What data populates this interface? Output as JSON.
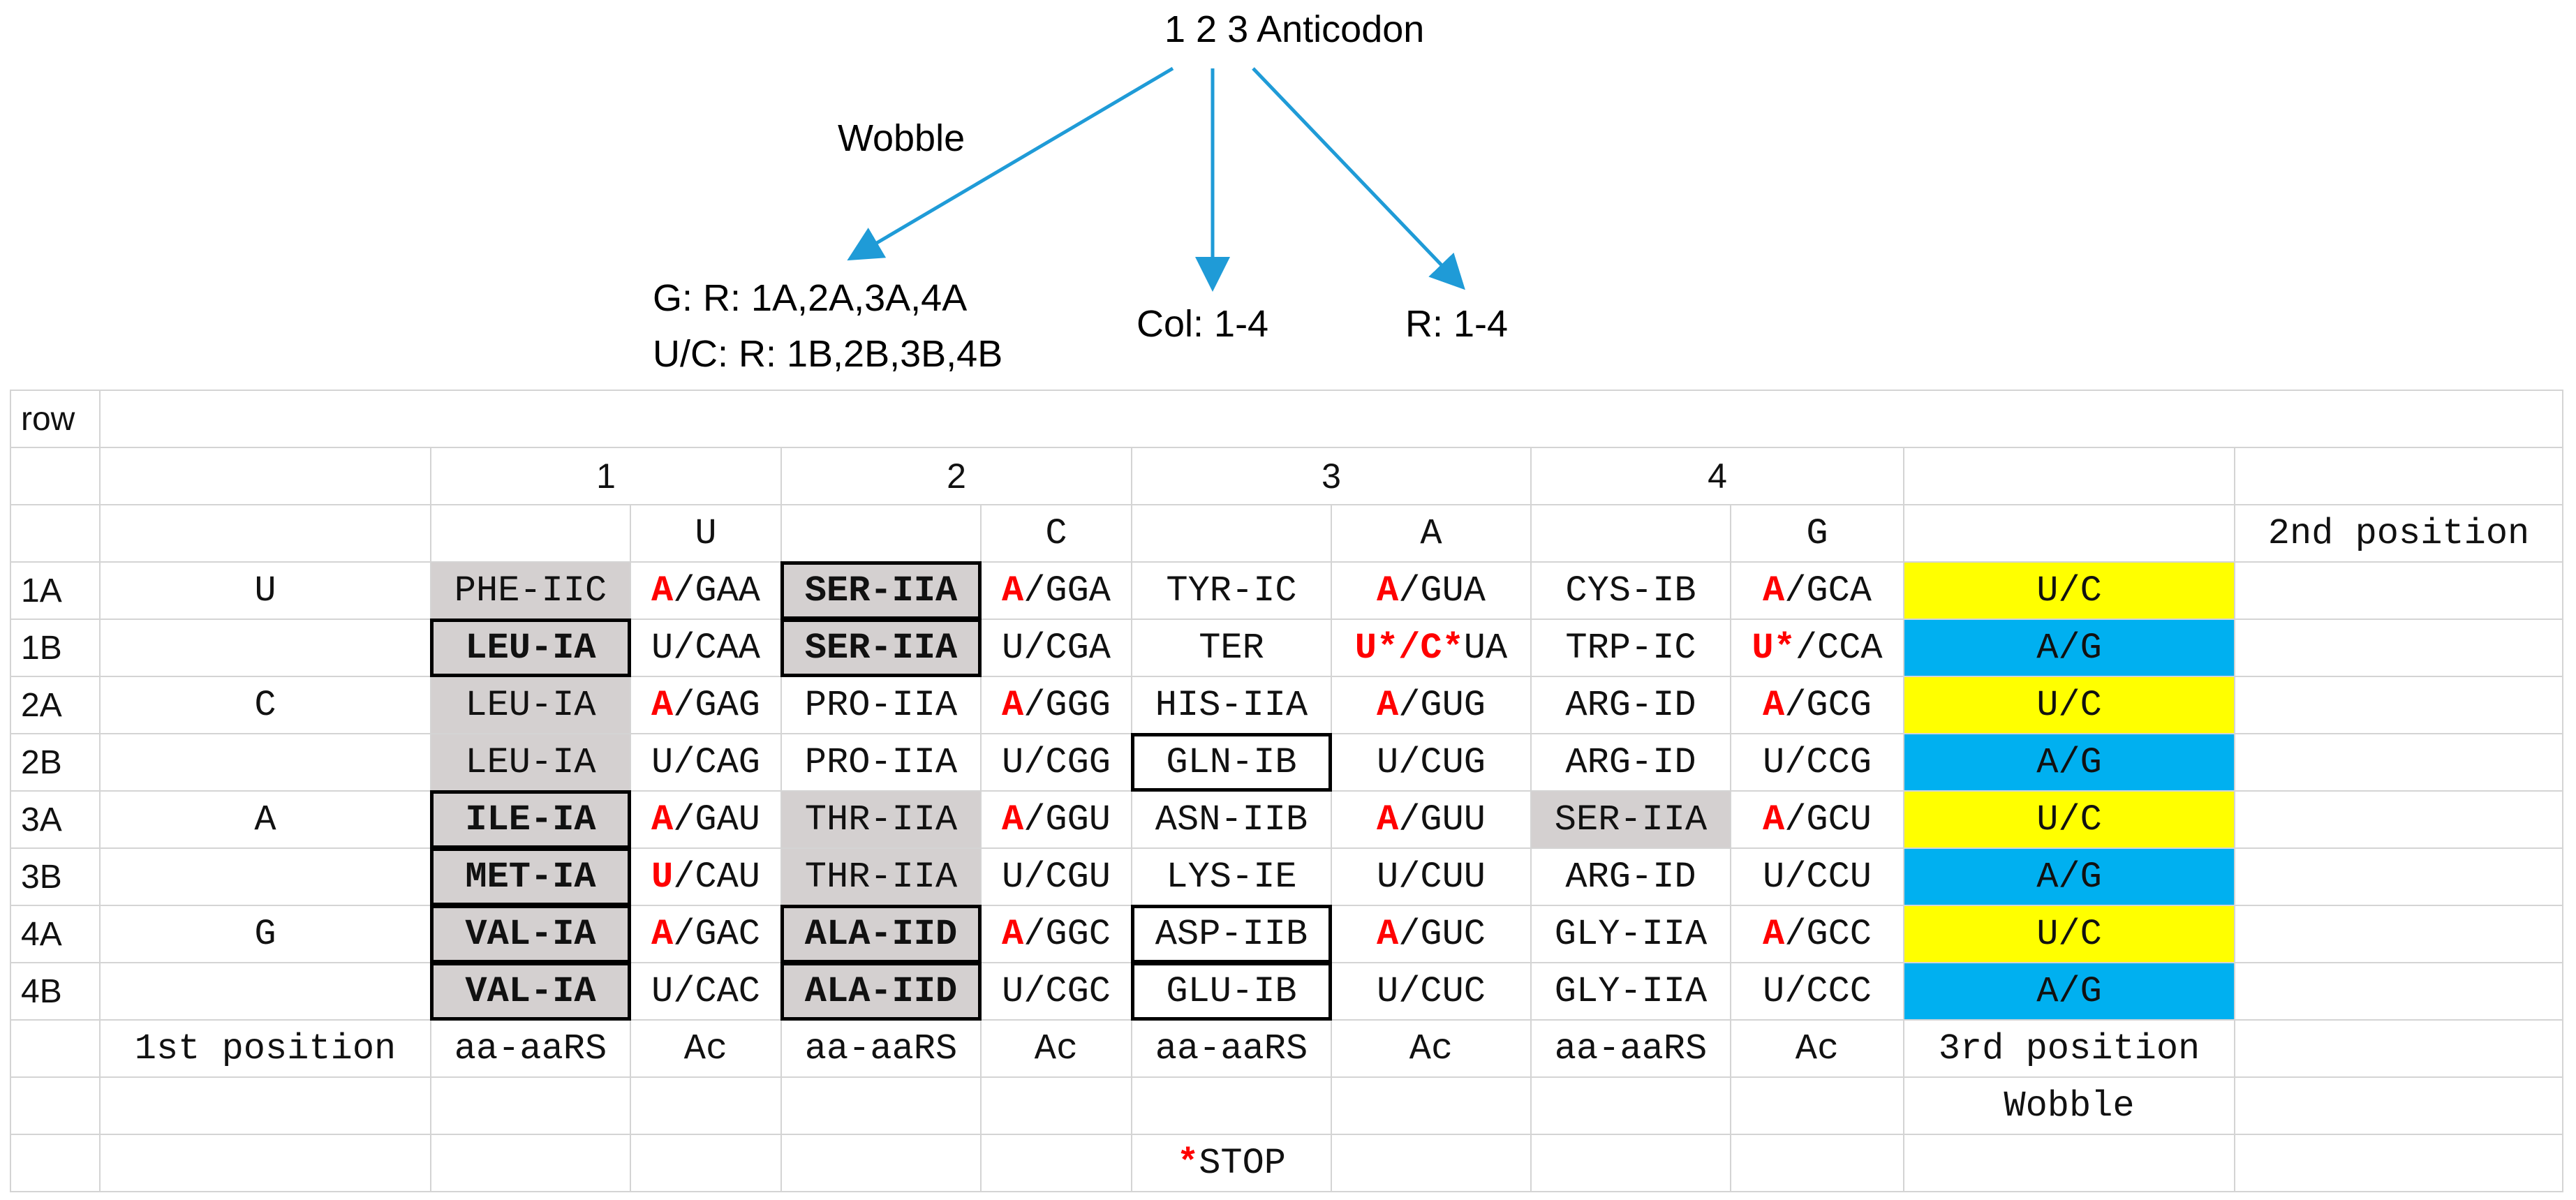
{
  "header": {
    "anticodon_label": "1 2 3 Anticodon",
    "wobble_label": "Wobble",
    "g_rule": "G: R: 1A,2A,3A,4A",
    "uc_rule": "U/C: R: 1B,2B,3B,4B",
    "col_rule": "Col: 1-4",
    "r_rule": "R: 1-4"
  },
  "colors": {
    "arrow": "#1f9bd7",
    "gray_fill": "#d4d0d0",
    "yellow_fill": "#ffff00",
    "blue_fill": "#00b0f0",
    "red": "#ff0000",
    "green": "#00b050",
    "orange": "#ff7f27",
    "cyan": "#00a0e0"
  },
  "table": {
    "row_header": "row",
    "col_numbers": [
      "1",
      "2",
      "3",
      "4"
    ],
    "second_bases": [
      "U",
      "C",
      "A",
      "G"
    ],
    "second_position_label": "2nd position",
    "rows": [
      {
        "row": "1A",
        "first": "U",
        "aa": [
          {
            "t": "PHE-IIC",
            "fill": "gray",
            "color": "black",
            "box": false
          },
          {
            "t": "SER-IIA",
            "fill": "gray",
            "color": "yellow",
            "box": true
          },
          {
            "t": "TYR-IC",
            "fill": "none",
            "color": "black",
            "box": false
          },
          {
            "t": "CYS-IB",
            "fill": "none",
            "color": "black",
            "box": false
          }
        ],
        "ac": [
          [
            {
              "t": "A",
              "red": true
            },
            {
              "t": "/GAA",
              "red": false
            }
          ],
          [
            {
              "t": "A",
              "red": true
            },
            {
              "t": "/GGA",
              "red": false
            }
          ],
          [
            {
              "t": "A",
              "red": true
            },
            {
              "t": "/GUA",
              "red": false
            }
          ],
          [
            {
              "t": "A",
              "red": true
            },
            {
              "t": "/GCA",
              "red": false
            }
          ]
        ],
        "third": "U/C",
        "third_fill": "yellow"
      },
      {
        "row": "1B",
        "first": "",
        "aa": [
          {
            "t": "LEU-IA",
            "fill": "gray",
            "color": "yellow",
            "box": true
          },
          {
            "t": "SER-IIA",
            "fill": "gray",
            "color": "yellow",
            "box": true
          },
          {
            "t": "TER",
            "fill": "none",
            "color": "black",
            "box": false
          },
          {
            "t": "TRP-IC",
            "fill": "none",
            "color": "black",
            "box": false
          }
        ],
        "ac": [
          [
            {
              "t": "U/CAA",
              "red": false
            }
          ],
          [
            {
              "t": "U/CGA",
              "red": false
            }
          ],
          [
            {
              "t": "U*/C*",
              "red": true
            },
            {
              "t": "UA",
              "red": false
            }
          ],
          [
            {
              "t": "U*",
              "red": true
            },
            {
              "t": "/CCA",
              "red": false
            }
          ]
        ],
        "third": "A/G",
        "third_fill": "blue"
      },
      {
        "row": "2A",
        "first": "C",
        "aa": [
          {
            "t": "LEU-IA",
            "fill": "gray",
            "color": "black",
            "box": false
          },
          {
            "t": "PRO-IIA",
            "fill": "none",
            "color": "black",
            "box": false
          },
          {
            "t": "HIS-IIA",
            "fill": "none",
            "color": "black",
            "box": false
          },
          {
            "t": "ARG-ID",
            "fill": "none",
            "color": "black",
            "box": false
          }
        ],
        "ac": [
          [
            {
              "t": "A",
              "red": true
            },
            {
              "t": "/GAG",
              "red": false
            }
          ],
          [
            {
              "t": "A",
              "red": true
            },
            {
              "t": "/GGG",
              "red": false
            }
          ],
          [
            {
              "t": "A",
              "red": true
            },
            {
              "t": "/GUG",
              "red": false
            }
          ],
          [
            {
              "t": "A",
              "red": true
            },
            {
              "t": "/GCG",
              "red": false
            }
          ]
        ],
        "third": "U/C",
        "third_fill": "yellow"
      },
      {
        "row": "2B",
        "first": "",
        "aa": [
          {
            "t": "LEU-IA",
            "fill": "gray",
            "color": "black",
            "box": false
          },
          {
            "t": "PRO-IIA",
            "fill": "none",
            "color": "black",
            "box": false
          },
          {
            "t": "GLN-IB",
            "fill": "none",
            "color": "cyan",
            "box": true
          },
          {
            "t": "ARG-ID",
            "fill": "none",
            "color": "black",
            "box": false
          }
        ],
        "ac": [
          [
            {
              "t": "U/CAG",
              "red": false
            }
          ],
          [
            {
              "t": "U/CGG",
              "red": false
            }
          ],
          [
            {
              "t": "U/CUG",
              "red": false
            }
          ],
          [
            {
              "t": "U/CCG",
              "red": false
            }
          ]
        ],
        "third": "A/G",
        "third_fill": "blue"
      },
      {
        "row": "3A",
        "first": "A",
        "aa": [
          {
            "t": "ILE-IA",
            "fill": "gray",
            "color": "green",
            "box": true
          },
          {
            "t": "THR-IIA",
            "fill": "gray",
            "color": "black",
            "box": false
          },
          {
            "t": "ASN-IIB",
            "fill": "none",
            "color": "black",
            "box": false
          },
          {
            "t": "SER-IIA",
            "fill": "gray",
            "color": "black",
            "box": false
          }
        ],
        "ac": [
          [
            {
              "t": "A",
              "red": true
            },
            {
              "t": "/GAU",
              "red": false
            }
          ],
          [
            {
              "t": "A",
              "red": true
            },
            {
              "t": "/GGU",
              "red": false
            }
          ],
          [
            {
              "t": "A",
              "red": true
            },
            {
              "t": "/GUU",
              "red": false
            }
          ],
          [
            {
              "t": "A",
              "red": true
            },
            {
              "t": "/GCU",
              "red": false
            }
          ]
        ],
        "third": "U/C",
        "third_fill": "yellow"
      },
      {
        "row": "3B",
        "first": "",
        "aa": [
          {
            "t": "MET-IA",
            "fill": "gray",
            "color": "green",
            "box": true
          },
          {
            "t": "THR-IIA",
            "fill": "gray",
            "color": "black",
            "box": false
          },
          {
            "t": "LYS-IE",
            "fill": "none",
            "color": "black",
            "box": false
          },
          {
            "t": "ARG-ID",
            "fill": "none",
            "color": "black",
            "box": false
          }
        ],
        "ac": [
          [
            {
              "t": "U",
              "red": true
            },
            {
              "t": "/CAU",
              "red": false
            }
          ],
          [
            {
              "t": "U/CGU",
              "red": false
            }
          ],
          [
            {
              "t": "U/CUU",
              "red": false
            }
          ],
          [
            {
              "t": "U/CCU",
              "red": false
            }
          ]
        ],
        "third": "A/G",
        "third_fill": "blue"
      },
      {
        "row": "4A",
        "first": "G",
        "aa": [
          {
            "t": "VAL-IA",
            "fill": "gray",
            "color": "orange",
            "box": true
          },
          {
            "t": "ALA-IID",
            "fill": "gray",
            "color": "orange",
            "box": true
          },
          {
            "t": "ASP-IIB",
            "fill": "none",
            "color": "cyan",
            "box": true
          },
          {
            "t": "GLY-IIA",
            "fill": "none",
            "color": "black",
            "box": false
          }
        ],
        "ac": [
          [
            {
              "t": "A",
              "red": true
            },
            {
              "t": "/GAC",
              "red": false
            }
          ],
          [
            {
              "t": "A",
              "red": true
            },
            {
              "t": "/GGC",
              "red": false
            }
          ],
          [
            {
              "t": "A",
              "red": true
            },
            {
              "t": "/GUC",
              "red": false
            }
          ],
          [
            {
              "t": "A",
              "red": true
            },
            {
              "t": "/GCC",
              "red": false
            }
          ]
        ],
        "third": "U/C",
        "third_fill": "yellow"
      },
      {
        "row": "4B",
        "first": "",
        "aa": [
          {
            "t": "VAL-IA",
            "fill": "gray",
            "color": "orange",
            "box": true
          },
          {
            "t": "ALA-IID",
            "fill": "gray",
            "color": "orange",
            "box": true
          },
          {
            "t": "GLU-IB",
            "fill": "none",
            "color": "cyan",
            "box": true
          },
          {
            "t": "GLY-IIA",
            "fill": "none",
            "color": "black",
            "box": false
          }
        ],
        "ac": [
          [
            {
              "t": "U/CAC",
              "red": false
            }
          ],
          [
            {
              "t": "U/CGC",
              "red": false
            }
          ],
          [
            {
              "t": "U/CUC",
              "red": false
            }
          ],
          [
            {
              "t": "U/CCC",
              "red": false
            }
          ]
        ],
        "third": "A/G",
        "third_fill": "blue"
      }
    ],
    "footer": {
      "first_position": "1st position",
      "aa_label": "aa-aaRS",
      "ac_label": "Ac",
      "third_position": "3rd position",
      "wobble": "Wobble",
      "stop_star": "*",
      "stop_text": "STOP"
    }
  }
}
